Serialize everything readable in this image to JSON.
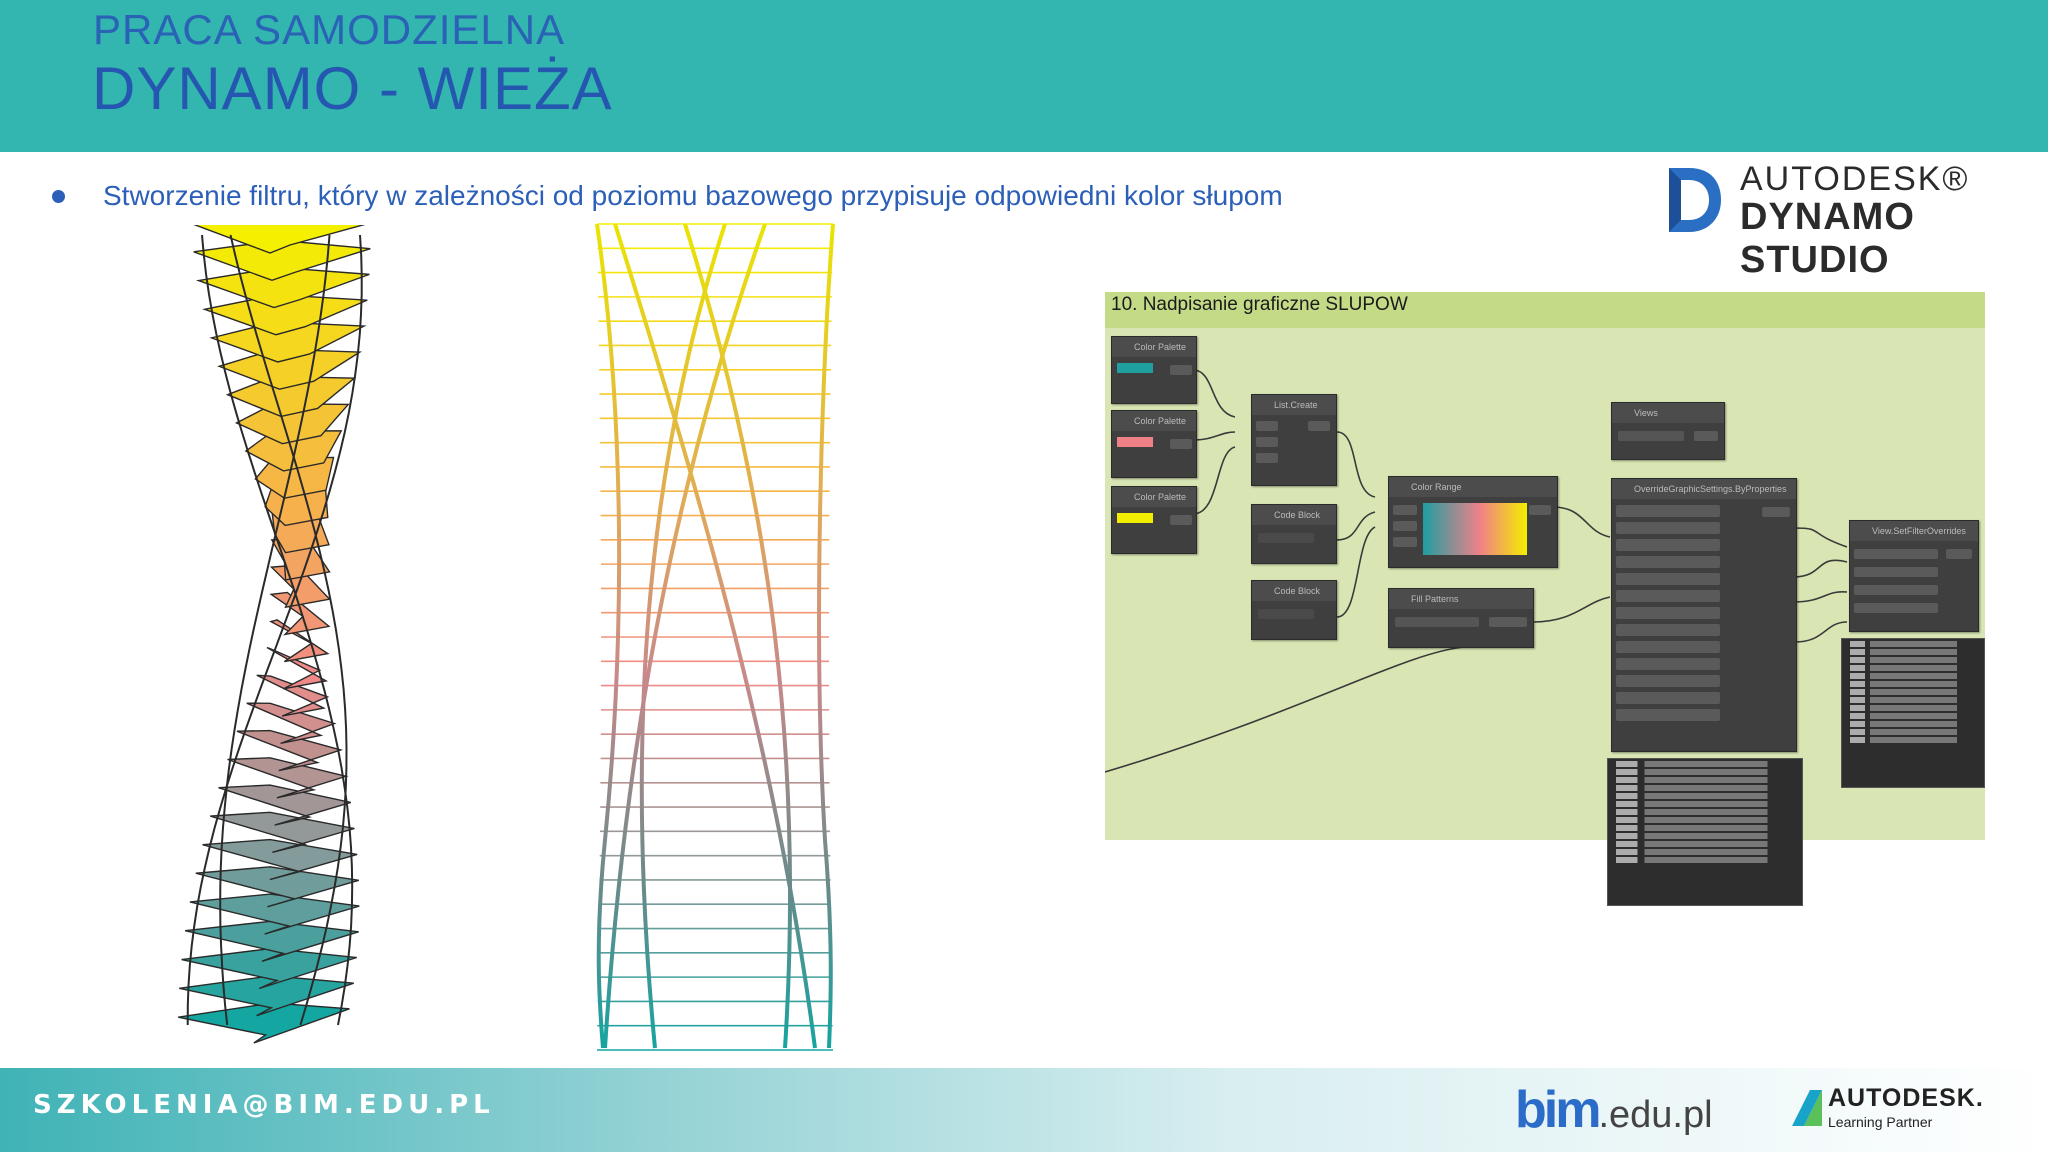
{
  "header": {
    "subtitle": "PRACA SAMODZIELNA",
    "title": "DYNAMO - WIEŻA"
  },
  "bullet": {
    "text": "Stworzenie filtru, który w zależności od poziomu bazowego przypisuje odpowiedni kolor słupom"
  },
  "dynamo_logo": {
    "line1": "AUTODESK®",
    "line2": "DYNAMO STUDIO"
  },
  "graph": {
    "title": "10. Nadpisanie graficzne SLUPOW",
    "nodes": [
      "Color Palette",
      "Color Palette",
      "Color Palette",
      "List.Create",
      "Code Block",
      "Code Block",
      "Color Range",
      "Fill Patterns",
      "Views",
      "OverrideGraphicSettings.ByProperties",
      "View.SetFilterOverrides"
    ]
  },
  "footer": {
    "email": "SZKOLENIA@BIM.EDU.PL",
    "bim_main": "bim",
    "bim_domain": ".edu.pl",
    "partner_line1": "AUTODESK.",
    "partner_line2": "Learning Partner"
  },
  "colors": {
    "header_bg": "#33b5b0",
    "title_blue": "#2557b0",
    "graph_bg": "#d9e6b4",
    "node_bg": "#3f3f3f"
  }
}
